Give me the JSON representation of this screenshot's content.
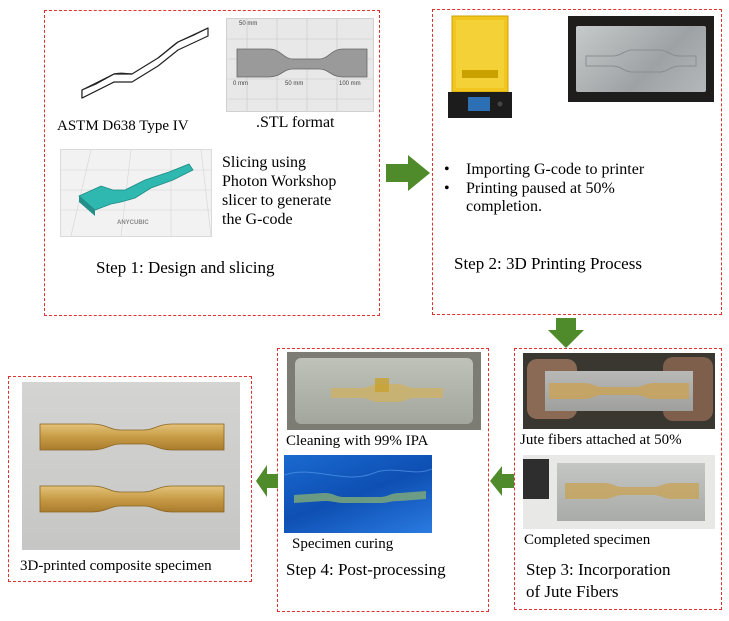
{
  "colors": {
    "border": "#e03030",
    "arrow": "#4f8a2b"
  },
  "step1": {
    "caption_astm": "ASTM D638 Type IV",
    "caption_stl": ".STL format",
    "stl_labels": {
      "top": "50 mm",
      "zero": "0 mm",
      "mid": "50 mm",
      "right": "100 mm"
    },
    "slicing_lines": [
      "Slicing using",
      "Photon Workshop",
      "slicer to generate",
      "the G-code"
    ],
    "slicer_logo": "ANYCUBIC",
    "title": "Step 1: Design and slicing"
  },
  "step2": {
    "bullets": [
      "Importing G-code to printer",
      "Printing paused at 50%",
      "completion."
    ],
    "title": "Step 2: 3D Printing Process"
  },
  "step3": {
    "caption_jute": "Jute fibers attached at 50%",
    "caption_completed": "Completed specimen",
    "title_lines": [
      "Step 3: Incorporation",
      "of Jute Fibers"
    ]
  },
  "step4": {
    "caption_cleaning": "Cleaning with 99% IPA",
    "caption_curing": "Specimen curing",
    "title": "Step 4: Post-processing"
  },
  "final": {
    "caption": "3D-printed composite specimen"
  },
  "icons": {
    "arrow_right": "arrow-right-icon",
    "arrow_down": "arrow-down-icon",
    "arrow_left": "arrow-left-icon"
  }
}
